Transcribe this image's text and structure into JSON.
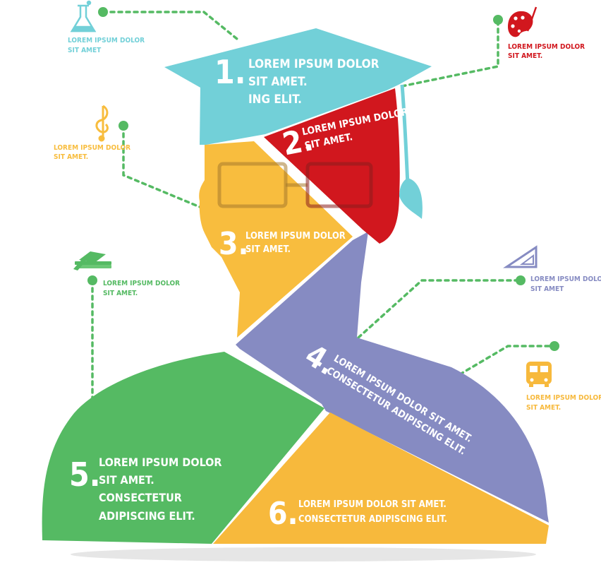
{
  "colors": {
    "teal": "#72D0D8",
    "red": "#D1171E",
    "yellow": "#F8BD3E",
    "purple": "#868BC2",
    "green": "#55BA63",
    "orange": "#F7B93C",
    "white": "#FFFFFF"
  },
  "segments": [
    {
      "number": "1.",
      "lines": [
        "LOREM IPSUM DOLOR",
        "SIT AMET.",
        "ING ELIT."
      ]
    },
    {
      "number": "2.",
      "lines": [
        "LOREM IPSUM DOLOR",
        "SIT AMET."
      ]
    },
    {
      "number": "3.",
      "lines": [
        "LOREM IPSUM DOLOR",
        "SIT AMET."
      ]
    },
    {
      "number": "4.",
      "lines": [
        "LOREM IPSUM DOLOR SIT AMET.",
        "CONSECTETUR ADIPISCING ELIT."
      ]
    },
    {
      "number": "5.",
      "lines": [
        "LOREM IPSUM DOLOR",
        "SIT AMET.",
        "CONSECTETUR",
        "ADIPISCING ELIT."
      ]
    },
    {
      "number": "6.",
      "lines": [
        "LOREM IPSUM DOLOR SIT AMET.",
        "CONSECTETUR ADIPISCING ELIT."
      ]
    }
  ],
  "callouts": [
    {
      "icon": "flask-icon",
      "color": "#72D0D8",
      "lines": [
        "LOREM IPSUM DOLOR",
        "SIT AMET"
      ]
    },
    {
      "icon": "palette-icon",
      "color": "#D1171E",
      "lines": [
        "LOREM IPSUM DOLOR",
        "SIT AMET."
      ]
    },
    {
      "icon": "music-note-icon",
      "color": "#F8BD3E",
      "lines": [
        "LOREM IPSUM DOLOR",
        "SIT AMET."
      ]
    },
    {
      "icon": "books-icon",
      "color": "#55BA63",
      "lines": [
        "LOREM IPSUM DOLOR",
        "SIT AMET."
      ]
    },
    {
      "icon": "ruler-triangle-icon",
      "color": "#868BC2",
      "lines": [
        "LOREM IPSUM DOLOR",
        "SIT AMET"
      ]
    },
    {
      "icon": "school-bus-icon",
      "color": "#F7B93C",
      "lines": [
        "LOREM IPSUM DOLOR",
        "SIT AMET."
      ]
    }
  ]
}
